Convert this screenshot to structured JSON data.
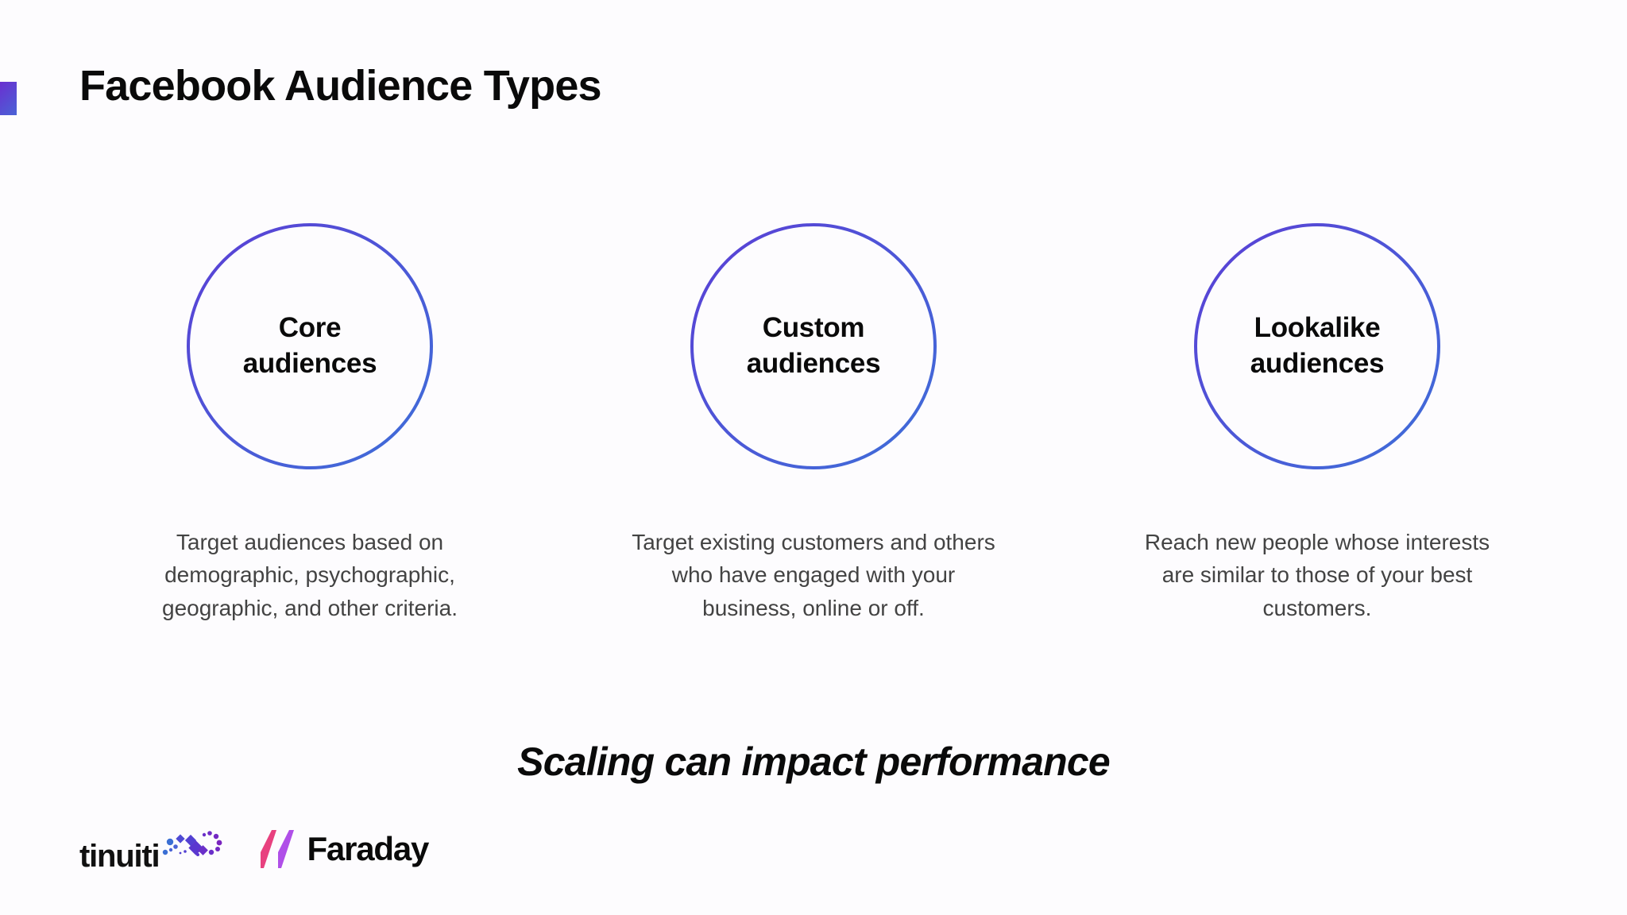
{
  "slide": {
    "title": "Facebook Audience Types",
    "tagline": "Scaling can impact performance",
    "accent_gradient_from": "#6a2fd0",
    "accent_gradient_to": "#4a63d6",
    "background_color": "#fdfcfe",
    "title_color": "#0a0a0a",
    "body_text_color": "#434343"
  },
  "circle_style": {
    "stroke_from": "#5b3fd6",
    "stroke_to": "#3e6fd8",
    "stroke_width": 4,
    "diameter": 312
  },
  "columns": [
    {
      "circle_label_line1": "Core",
      "circle_label_line2": "audiences",
      "description": "Target audiences based on demographic, psychographic, geographic, and other criteria."
    },
    {
      "circle_label_line1": "Custom",
      "circle_label_line2": "audiences",
      "description": "Target existing customers and others who have engaged with your business, online or off."
    },
    {
      "circle_label_line1": "Lookalike",
      "circle_label_line2": "audiences",
      "description": "Reach new people whose interests are similar to those of your best customers."
    }
  ],
  "logos": [
    {
      "name": "tinuiti",
      "wordmark": "tinuiti",
      "mark_icon": "tinuiti-infinity-dots-icon",
      "mark_colors": [
        "#3b6fd4",
        "#5b3fd6",
        "#7b2fc4"
      ]
    },
    {
      "name": "Faraday",
      "wordmark": "Faraday",
      "mark_icon": "faraday-double-slash-icon",
      "mark_colors": [
        "#e8417f",
        "#b04fe8"
      ]
    }
  ]
}
